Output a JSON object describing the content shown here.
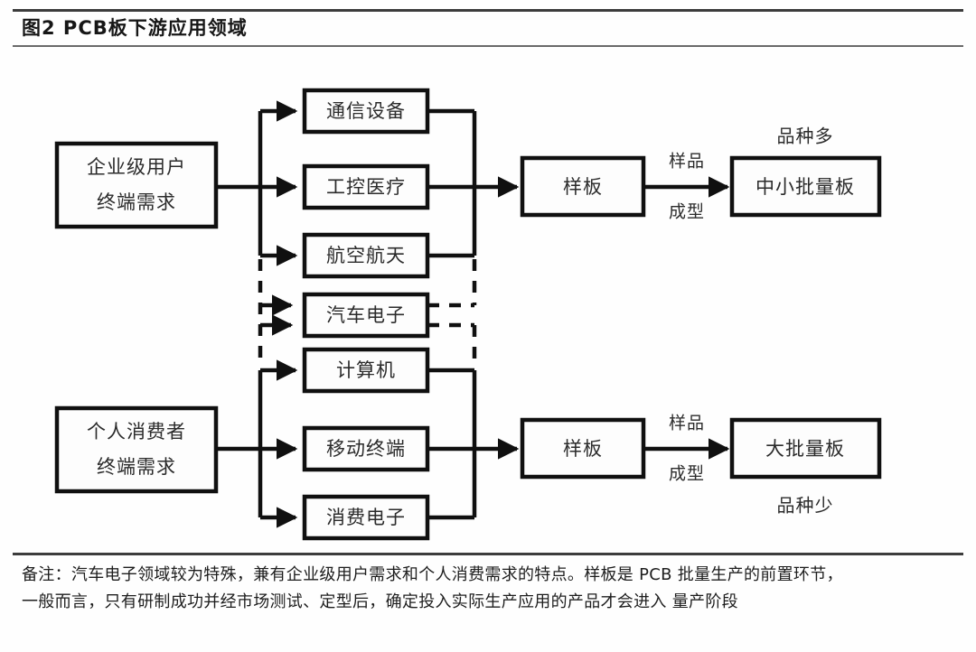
{
  "header": {
    "title": "图2  PCB板下游应用领域"
  },
  "diagram": {
    "sources": [
      {
        "id": "enterprise",
        "label_line1": "企业级用户",
        "label_line2": "终端需求"
      },
      {
        "id": "consumer",
        "label_line1": "个人消费者",
        "label_line2": "终端需求"
      }
    ],
    "applications": [
      {
        "id": "comm",
        "label": "通信设备",
        "group": "enterprise",
        "link": "solid"
      },
      {
        "id": "industrial",
        "label": "工控医疗",
        "group": "enterprise",
        "link": "solid"
      },
      {
        "id": "aero",
        "label": "航空航天",
        "group": "enterprise",
        "link": "solid"
      },
      {
        "id": "auto",
        "label": "汽车电子",
        "group": "both",
        "link": "dashed"
      },
      {
        "id": "computer",
        "label": "计算机",
        "group": "consumer",
        "link": "solid"
      },
      {
        "id": "mobile",
        "label": "移动终端",
        "group": "consumer",
        "link": "solid"
      },
      {
        "id": "consumer-elec",
        "label": "消费电子",
        "group": "consumer",
        "link": "solid"
      }
    ],
    "stages": [
      {
        "id": "sample-top",
        "label": "样板"
      },
      {
        "id": "sample-bottom",
        "label": "样板"
      }
    ],
    "outputs": [
      {
        "id": "small-batch",
        "label": "中小批量板",
        "annotation": "品种多",
        "annotation_position": "above"
      },
      {
        "id": "large-batch",
        "label": "大批量板",
        "annotation": "品种少",
        "annotation_position": "below"
      }
    ],
    "edge_labels": [
      {
        "id": "top-edge",
        "line1": "样品",
        "line2": "成型"
      },
      {
        "id": "bottom-edge",
        "line1": "样品",
        "line2": "成型"
      }
    ]
  },
  "footnote": {
    "prefix": "备注：",
    "line1": "备注：汽车电子领域较为特殊，兼有企业级用户需求和个人消费需求的特点。样板是 PCB 批量生产的前置环节，",
    "line2": "一般而言，只有研制成功并经市场测试、定型后，确定投入实际生产应用的产品才会进入 量产阶段"
  }
}
